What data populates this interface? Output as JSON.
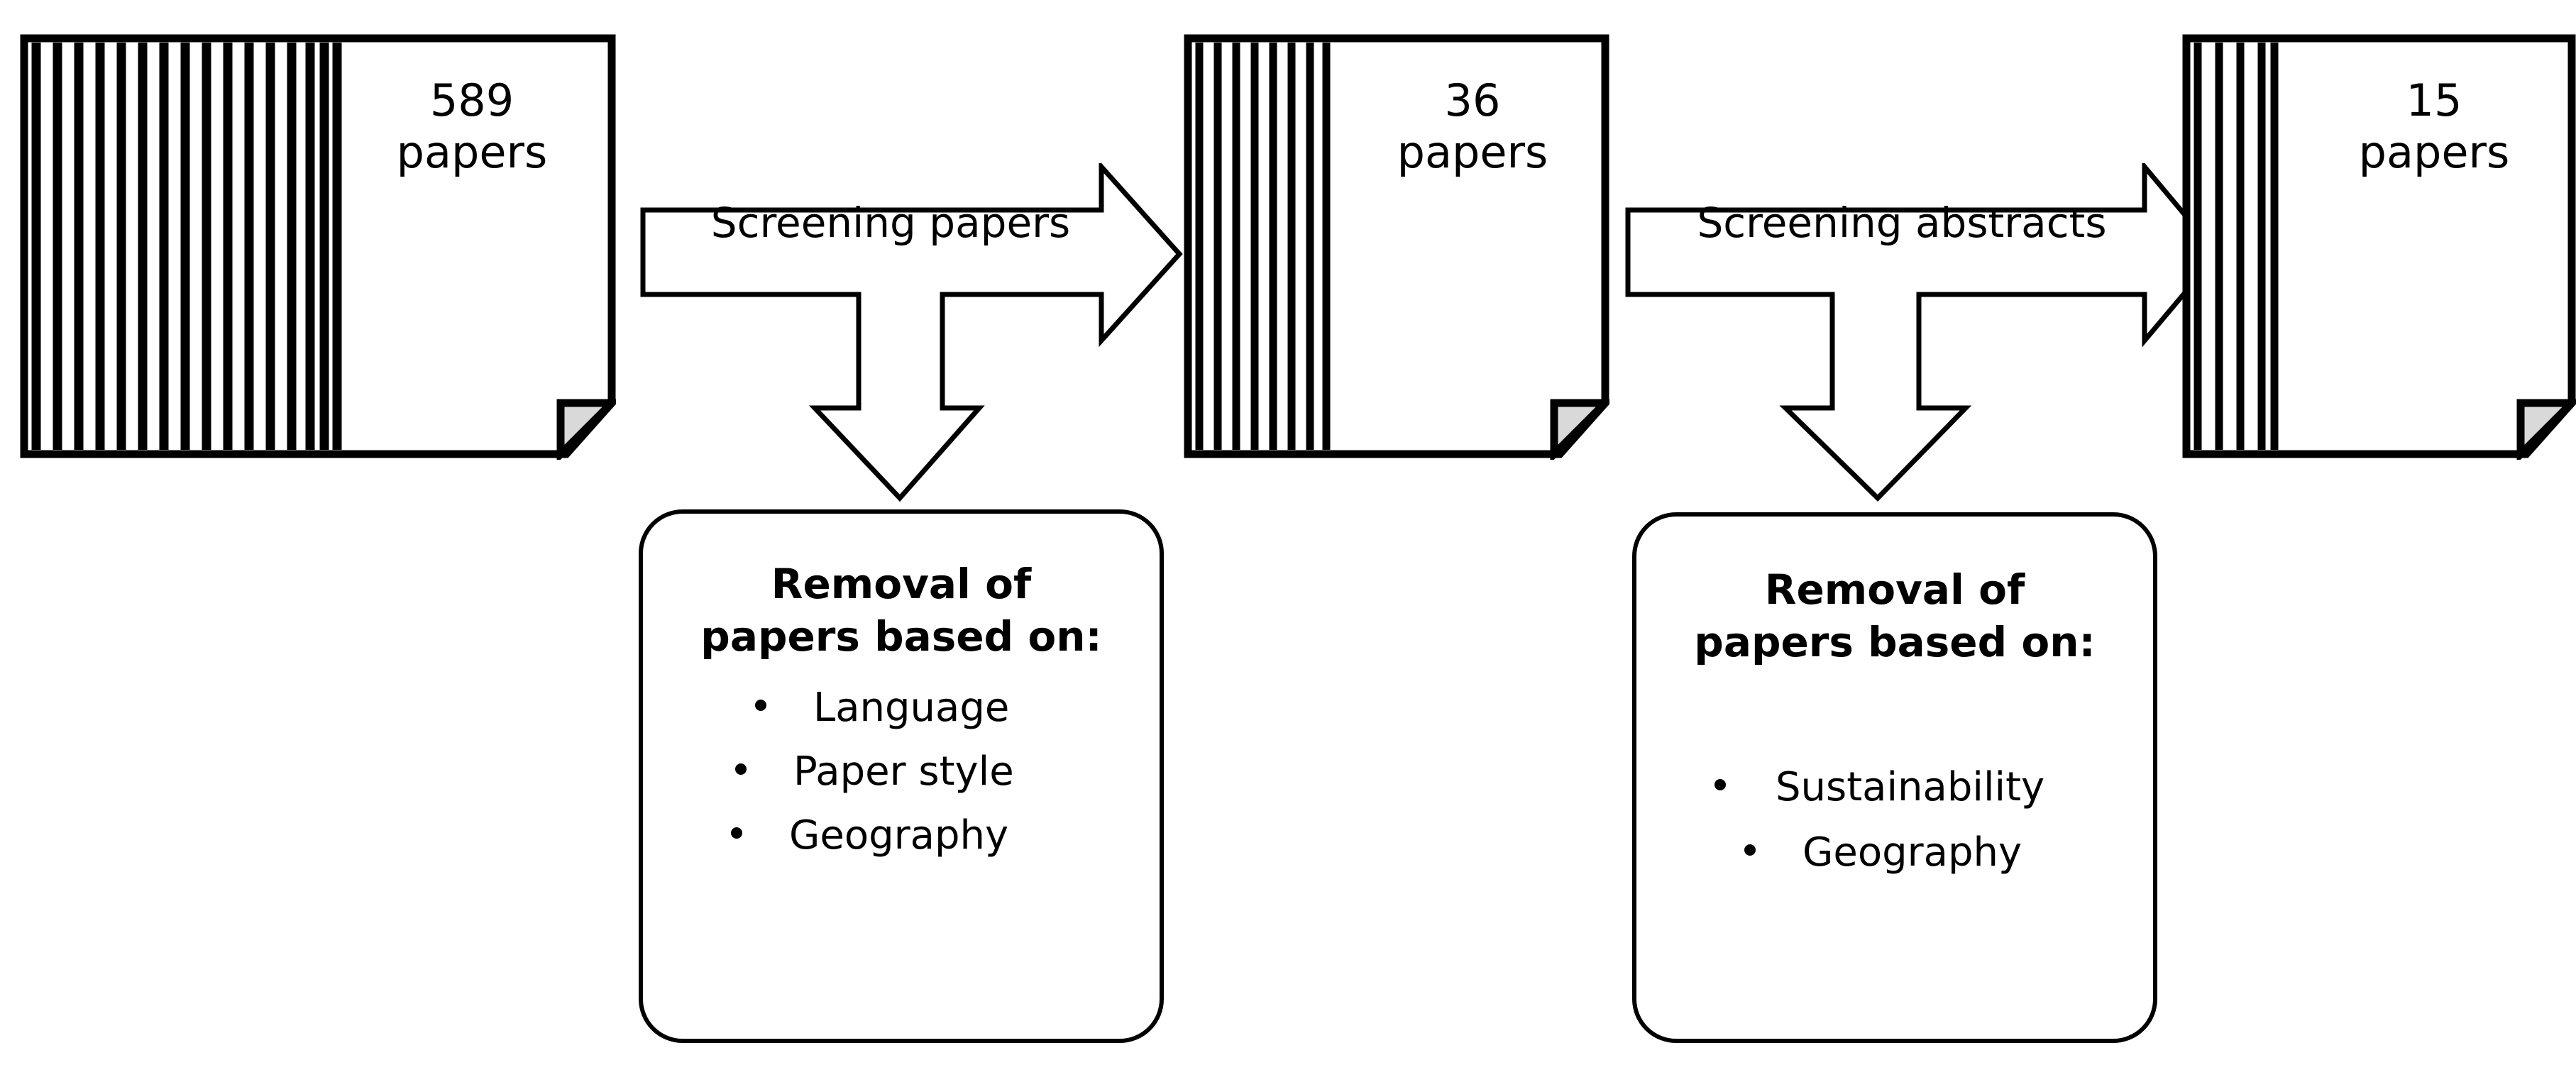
{
  "diagram": {
    "type": "paper-screening-flow",
    "title": "",
    "background_color": "#ffffff",
    "line_color": "#000000",
    "fold_color": "#d9d9d9",
    "stages": [
      {
        "id": "stage-1",
        "count": "589",
        "unit": "papers",
        "label": "589\npapers",
        "pages_in_stack": 17
      },
      {
        "id": "stage-2",
        "count": "36",
        "unit": "papers",
        "label": "36\npapers",
        "pages_in_stack": 9
      },
      {
        "id": "stage-3",
        "count": "15",
        "unit": "papers",
        "label": "15\npapers",
        "pages_in_stack": 6
      }
    ],
    "transitions": [
      {
        "id": "transition-1",
        "label": "Screening papers",
        "from": "stage-1",
        "to": "stage-2"
      },
      {
        "id": "transition-2",
        "label": "Screening abstracts",
        "from": "stage-2",
        "to": "stage-3"
      }
    ],
    "removal_boxes": [
      {
        "id": "removal-box-1",
        "title": "Removal of\npapers based on:",
        "items": [
          "Language",
          "Paper style",
          "Geography"
        ]
      },
      {
        "id": "removal-box-2",
        "title": "Removal of\npapers based on:",
        "items": [
          "Sustainability",
          "Geography"
        ]
      }
    ]
  }
}
